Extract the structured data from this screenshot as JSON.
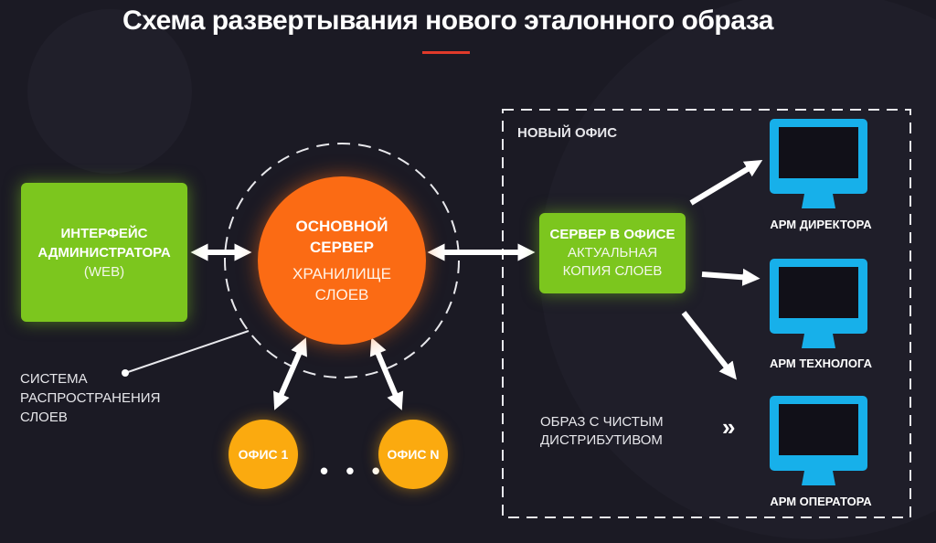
{
  "title": "Схема развертывания нового эталонного образа",
  "admin": {
    "line1": "ИНТЕРФЕЙС",
    "line2": "АДМИНИСТРАТОРА",
    "line3": "(WEB)"
  },
  "main_server": {
    "line1": "ОСНОВНОЙ",
    "line2": "СЕРВЕР",
    "line3": "ХРАНИЛИЩЕ",
    "line4": "СЛОЕВ"
  },
  "offices": {
    "office1": "ОФИС 1",
    "ellipsis": "• • •",
    "officeN": "ОФИС N"
  },
  "system_label": {
    "line1": "СИСТЕМА",
    "line2": "РАСПРОСТРАНЕНИЯ",
    "line3": "СЛОЕВ"
  },
  "new_office": {
    "label": "НОВЫЙ ОФИС",
    "server": {
      "line1": "СЕРВЕР В ОФИСЕ",
      "line2": "АКТУАЛЬНАЯ",
      "line3": "КОПИЯ СЛОЕВ"
    },
    "image_label": {
      "line1": "ОБРАЗ С ЧИСТЫМ",
      "line2": "ДИСТРИБУТИВОМ"
    },
    "chevrons": "»",
    "workstations": [
      {
        "label": "АРМ ДИРЕКТОРА"
      },
      {
        "label": "АРМ ТЕХНОЛОГА"
      },
      {
        "label": "АРМ ОПЕРАТОРА"
      }
    ]
  },
  "colors": {
    "background": "#1b1a24",
    "green": "#7cc61e",
    "orange": "#fb6b14",
    "amber": "#fbaa0f",
    "monitor_blue": "#17b0ea",
    "accent_red": "#e03a2a"
  },
  "icons": {
    "monitor": "monitor-icon",
    "arrow": "arrow-icon",
    "chevrons": "double-chevron-right-icon"
  }
}
